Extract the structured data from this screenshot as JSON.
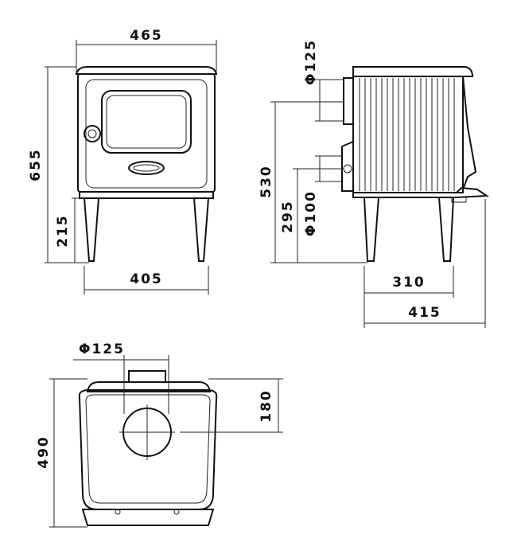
{
  "diagram": {
    "front_view": {
      "width_top": "465",
      "height_total": "655",
      "leg_height": "215",
      "leg_span": "405"
    },
    "side_view": {
      "flue_top_diameter": "Φ125",
      "flue_top_height": "530",
      "air_inlet_height": "295",
      "air_inlet_diameter": "Φ100",
      "depth_legs": "310",
      "depth_total": "415"
    },
    "top_view": {
      "flue_diameter": "Φ125",
      "flue_offset": "180",
      "depth": "490"
    }
  }
}
